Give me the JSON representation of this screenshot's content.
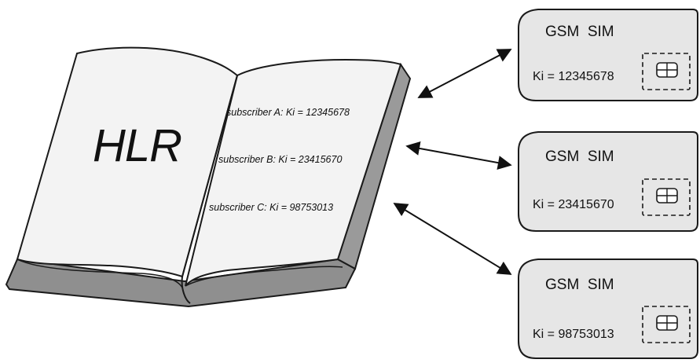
{
  "book": {
    "title": "HLR",
    "entries": [
      "subscriber A: Ki = 12345678",
      "subscriber B: Ki = 23415670",
      "subscriber C: Ki = 98753013"
    ]
  },
  "sims": [
    {
      "title": "GSM  SIM",
      "ki": "Ki = 12345678"
    },
    {
      "title": "GSM  SIM",
      "ki": "Ki = 23415670"
    },
    {
      "title": "GSM  SIM",
      "ki": "Ki = 98753013"
    }
  ],
  "colors": {
    "page": "#f3f3f3",
    "card": "#e6e6e6",
    "spine": "#9a9a9a",
    "outline": "#1a1a1a"
  }
}
